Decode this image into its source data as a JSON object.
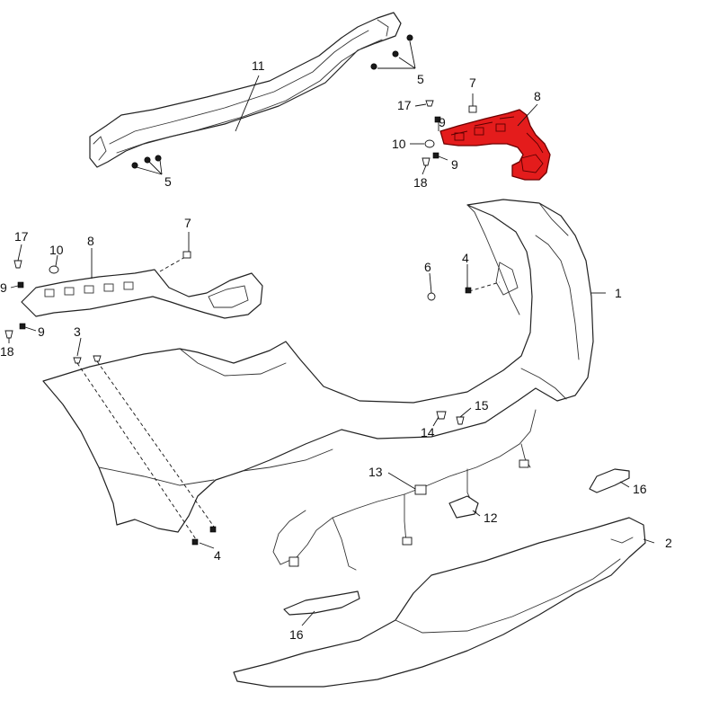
{
  "diagram": {
    "highlight_color": "#e41c1c",
    "callouts": [
      {
        "id": "c1",
        "text": "1"
      },
      {
        "id": "c2",
        "text": "2"
      },
      {
        "id": "c3",
        "text": "3"
      },
      {
        "id": "c4a",
        "text": "4"
      },
      {
        "id": "c4b",
        "text": "4"
      },
      {
        "id": "c5a",
        "text": "5"
      },
      {
        "id": "c5b",
        "text": "5"
      },
      {
        "id": "c6",
        "text": "6"
      },
      {
        "id": "c7a",
        "text": "7"
      },
      {
        "id": "c7b",
        "text": "7"
      },
      {
        "id": "c8a",
        "text": "8"
      },
      {
        "id": "c8b",
        "text": "8"
      },
      {
        "id": "c9a",
        "text": "9"
      },
      {
        "id": "c9b",
        "text": "9"
      },
      {
        "id": "c9c",
        "text": "9"
      },
      {
        "id": "c9d",
        "text": "9"
      },
      {
        "id": "c10a",
        "text": "10"
      },
      {
        "id": "c10b",
        "text": "10"
      },
      {
        "id": "c11",
        "text": "11"
      },
      {
        "id": "c12",
        "text": "12"
      },
      {
        "id": "c13",
        "text": "13"
      },
      {
        "id": "c14",
        "text": "14"
      },
      {
        "id": "c15",
        "text": "15"
      },
      {
        "id": "c16a",
        "text": "16"
      },
      {
        "id": "c16b",
        "text": "16"
      },
      {
        "id": "c17a",
        "text": "17"
      },
      {
        "id": "c17b",
        "text": "17"
      },
      {
        "id": "c18a",
        "text": "18"
      },
      {
        "id": "c18b",
        "text": "18"
      }
    ]
  }
}
